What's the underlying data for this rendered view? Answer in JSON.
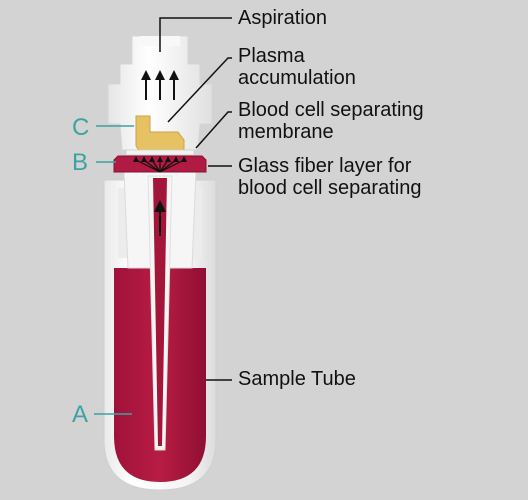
{
  "labels": {
    "aspiration": "Aspiration",
    "plasma_line1": "Plasma",
    "plasma_line2": "accumulation",
    "membrane_line1": "Blood cell separating",
    "membrane_line2": "membrane",
    "glass_line1": "Glass fiber layer for",
    "glass_line2": "blood cell separating",
    "sample_tube": "Sample Tube"
  },
  "markers": {
    "a": "A",
    "b": "B",
    "c": "C"
  },
  "colors": {
    "background": "#d3d3d3",
    "blood": "#a3163a",
    "plasma": "#e7c262",
    "marker_text": "#3aa3a3",
    "tube_wall": "#f2f2f2"
  }
}
